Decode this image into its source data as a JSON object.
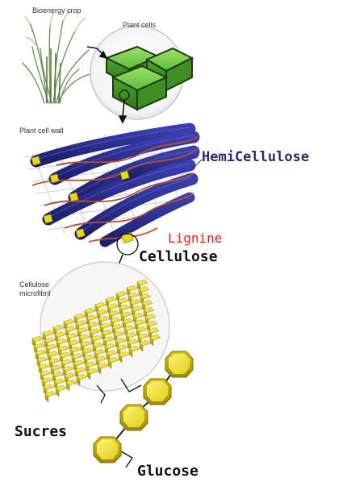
{
  "labels": {
    "bioenergy_crop": "Bioenergy crop",
    "plant_cells": "Plant cells",
    "plant_cell_wall": "Plant cell wall",
    "cellulose_microfibril_line1": "Cellulose",
    "cellulose_microfibril_line2": "microfibril",
    "hemicellulose": "HemiCellulose",
    "lignine": "Lignine",
    "cellulose": "Cellulose",
    "sucres": "Sucres",
    "glucose": "Glucose"
  },
  "colors": {
    "hemicellulose": "#2b2b6e",
    "lignine": "#e0201b",
    "cellulose_text": "#111111",
    "fibril_blue": "#2a2f8f",
    "lignin_strand": "#b5502a",
    "cellulose_yellow": "#e8d820",
    "plant_green": "#55b233"
  }
}
